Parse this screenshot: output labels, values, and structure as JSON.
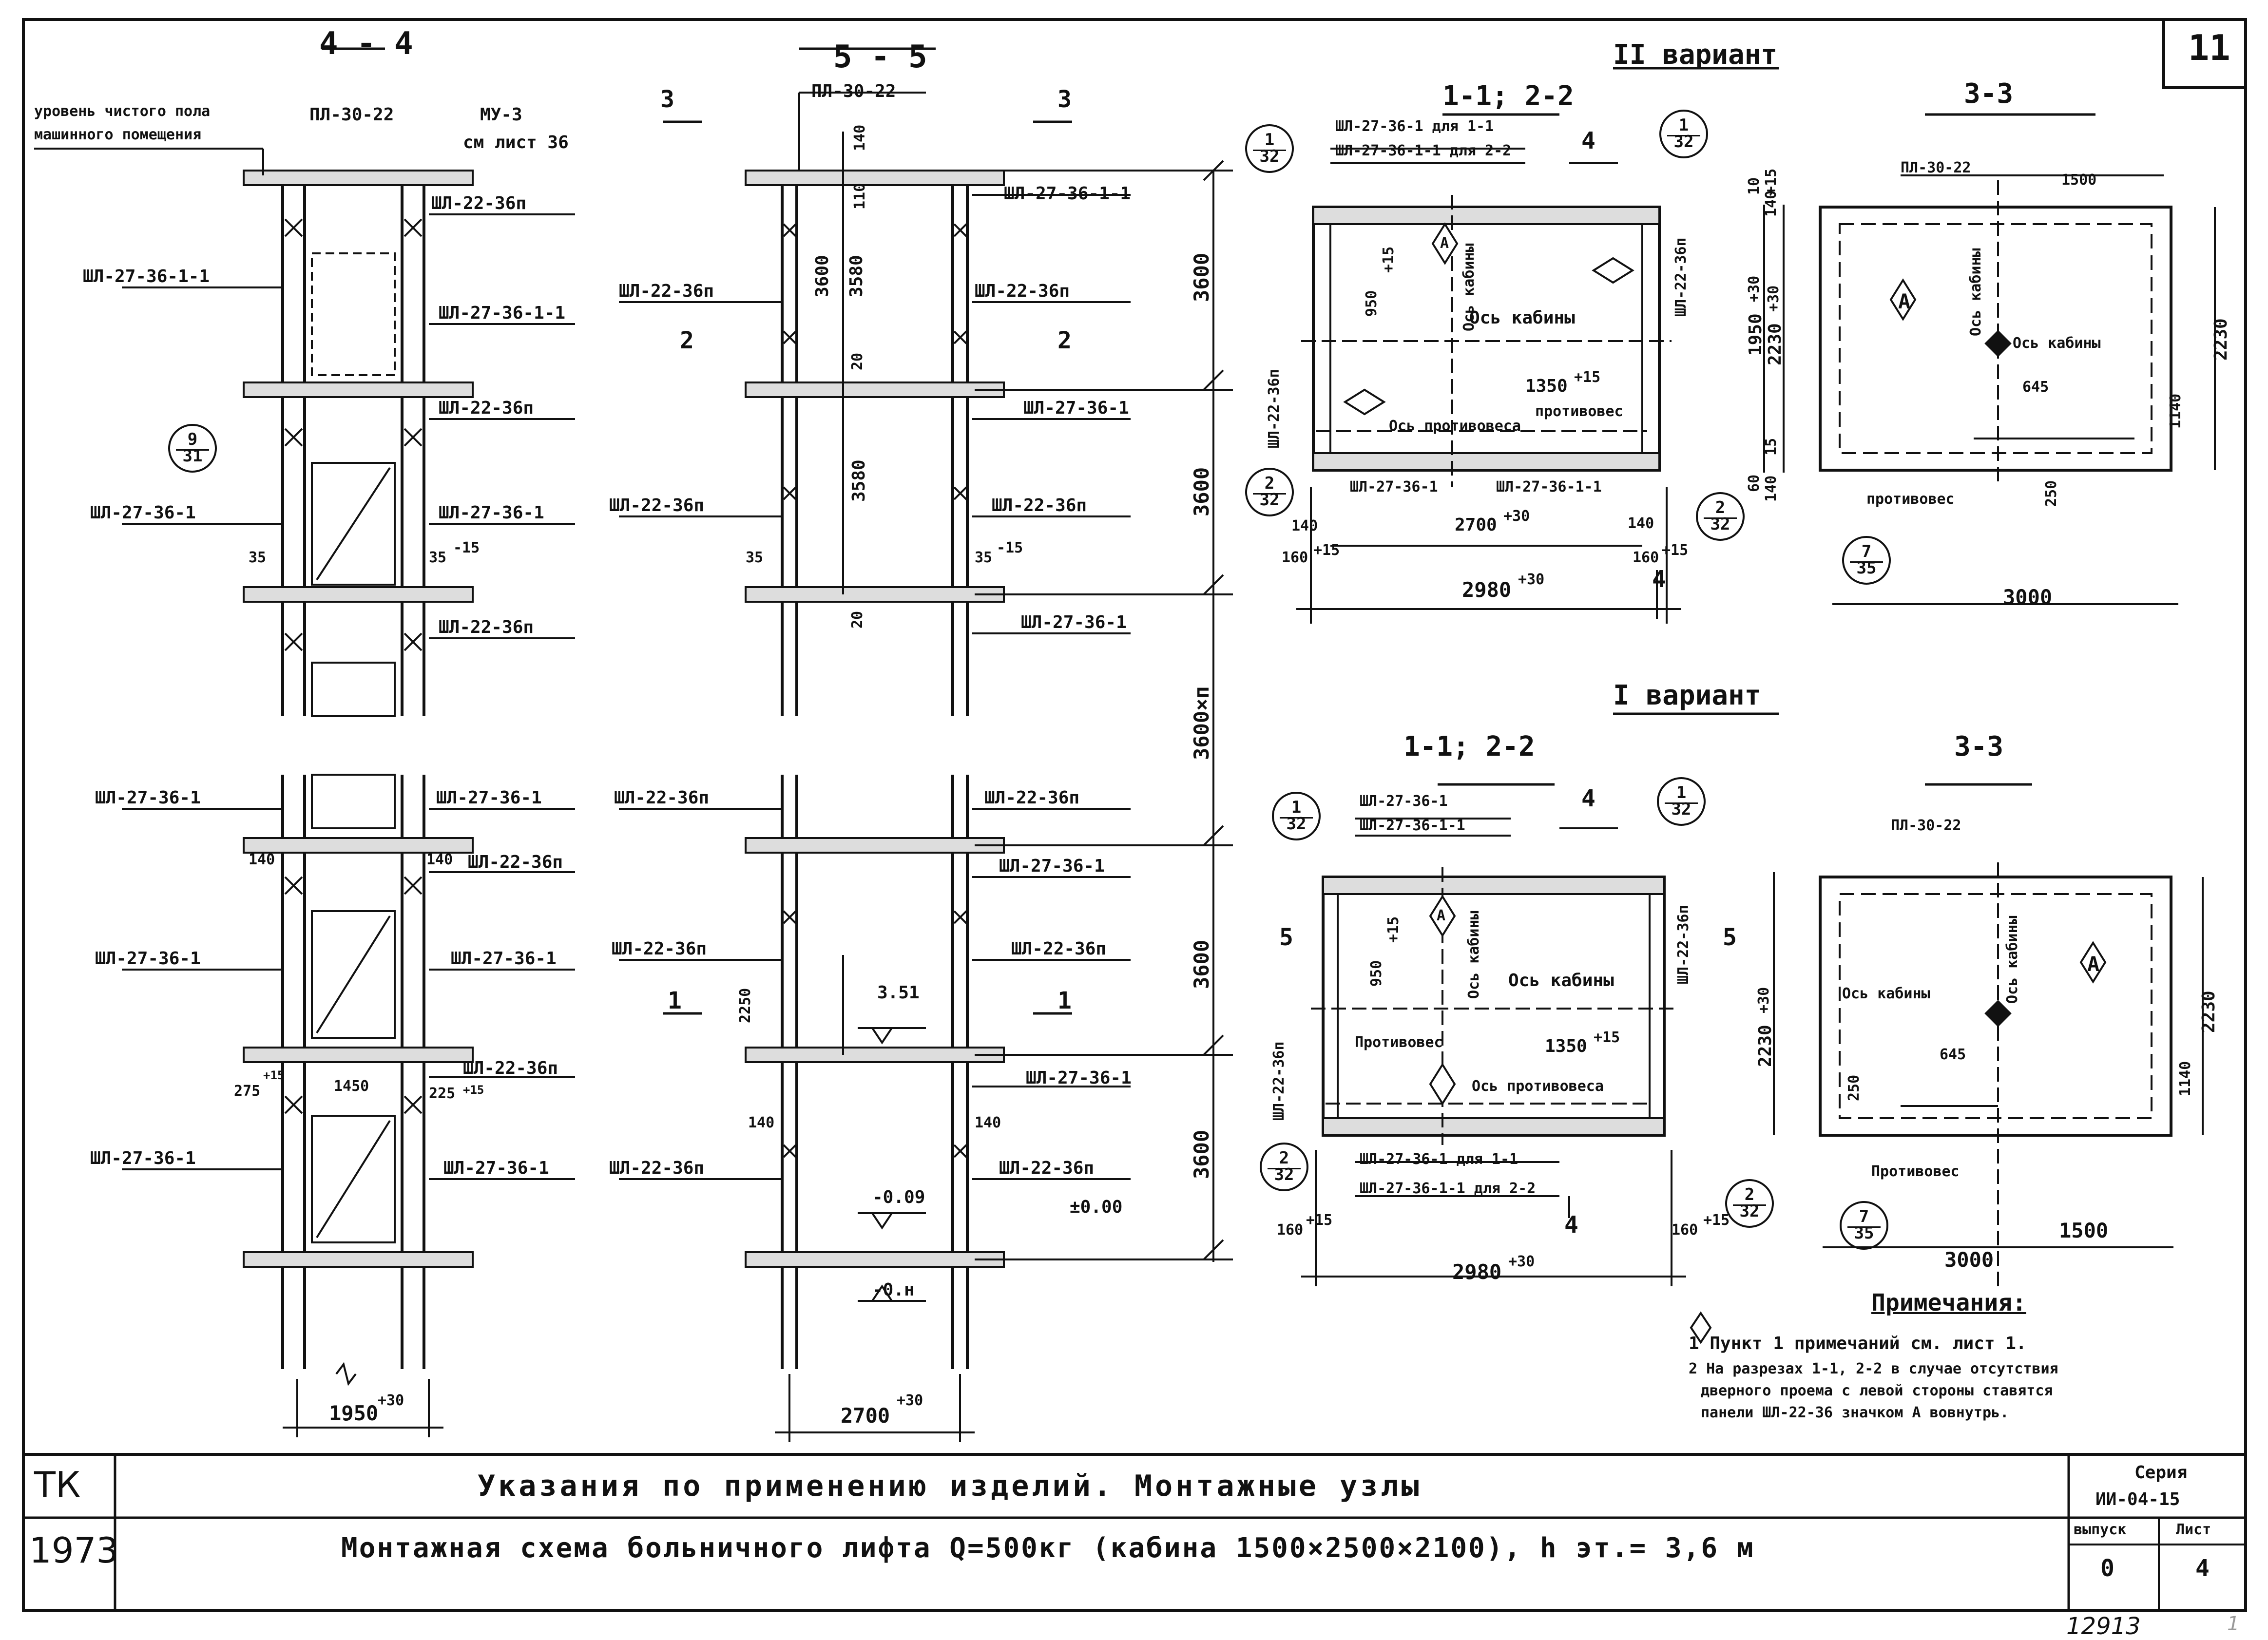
{
  "sheet_number": "11",
  "corner_mark": "1",
  "page_footer_num": "12913",
  "title_block": {
    "tk": "ТК",
    "year": "1973",
    "line1": "Указания по применению изделий. Монтажные узлы",
    "line2": "Монтажная схема больничного лифта Q=500кг (кабина 1500×2500×2100), h эт.= 3,6 м",
    "series_label": "Серия",
    "series_value": "ИИ-04-15",
    "issue_label": "выпуск",
    "issue_value": "0",
    "sheet_label": "Лист",
    "sheet_value": "4"
  },
  "section_4_4": {
    "title": "4 - 4",
    "floor_level": "уровень чистого пола машинного помещения",
    "labels": {
      "pl_top": "ПЛ-30-22",
      "mu3": "МУ-3",
      "see_sheet": "см лист 36",
      "r1": "ШЛ-22-36п",
      "l1": "ШЛ-27-36-1-1",
      "r2": "ШЛ-27-36-1-1",
      "r3": "ШЛ-22-36п",
      "l2": "ШЛ-27-36-1",
      "r4": "ШЛ-27-36-1",
      "r5": "ШЛ-22-36п",
      "l3": "ШЛ-27-36-1",
      "r6": "ШЛ-27-36-1",
      "r7": "ШЛ-22-36п",
      "l4": "ШЛ-27-36-1",
      "r8": "ШЛ-27-36-1",
      "r9": "ШЛ-22-36п",
      "l5": "ШЛ-27-36-1",
      "r10": "ШЛ-27-36-1"
    },
    "callout": {
      "num": "9",
      "den": "31"
    },
    "dims": {
      "d35a": "35",
      "d35b": "35",
      "d35c": "-15",
      "d140a": "140",
      "d140b": "140",
      "d275": "275",
      "d275s": "+15",
      "d1450": "1450",
      "d225": "225",
      "d225s": "+15",
      "d1950": "1950",
      "d1950s": "+30"
    }
  },
  "section_5_5": {
    "title": "5 - 5",
    "pl_top": "ПЛ-30-22",
    "cut3": "3",
    "cut2": "2",
    "cut1": "1",
    "labels": {
      "r1": "ШЛ-27-36-1-1",
      "l1": "ШЛ-22-36п",
      "r2": "ШЛ-22-36п",
      "r3": "ШЛ-27-36-1",
      "l2": "ШЛ-22-36п",
      "r4": "ШЛ-22-36п",
      "r5": "ШЛ-27-36-1",
      "l3": "ШЛ-22-36п",
      "r6": "ШЛ-22-36п",
      "r7": "ШЛ-27-36-1",
      "l4": "ШЛ-22-36п",
      "r8": "ШЛ-22-36п",
      "r9": "ШЛ-27-36-1",
      "l5": "ШЛ-22-36п",
      "r10": "ШЛ-22-36п"
    },
    "dims": {
      "v140": "140",
      "v110": "110",
      "v3600": "3600",
      "v3580a": "3580",
      "v20a": "20",
      "v3580b": "3580",
      "v20b": "20",
      "d35a": "35",
      "d35b": "35",
      "d35s": "-15",
      "v2250": "2250",
      "l351": "3.51",
      "v140b": "140",
      "v140c": "140",
      "l009": "-0.09",
      "l000": "±0.00",
      "lh": "-0.н",
      "d2700": "2700",
      "d2700s": "+30",
      "right1": "3600",
      "right2": "3600",
      "right3": "3600×п",
      "right4": "3600",
      "right5": "3600"
    }
  },
  "variant2": {
    "title": "II вариант",
    "sec11": "1-1; 2-2",
    "sec33": "3-3",
    "l_top1": "ШЛ-27-36-1 для 1-1",
    "l_top2": "ШЛ-27-36-1-1 для 2-2",
    "cut4": "4",
    "axis_cab": "Ось кабины",
    "axis_cw": "Ось противовеса",
    "cw": "противовес",
    "wall_left": "ШЛ-22-36п",
    "wall_right": "ШЛ-22-36п",
    "bot1": "ШЛ-27-36-1",
    "bot2": "ШЛ-27-36-1-1",
    "dims": {
      "d950": "950",
      "d950s": "+15",
      "d1350": "1350",
      "d1350s": "+15",
      "d2700": "2700",
      "d2700s": "+30",
      "d2980": "2980",
      "d2980s": "+30",
      "d140a": "140",
      "d140b": "140",
      "d160a": "160",
      "d160as": "+15",
      "d160b": "160",
      "d160bs": "+15",
      "d10": "10",
      "d10s": "+15",
      "d140v": "140",
      "d1950": "1950",
      "d1950s": "+30",
      "d2230": "2230",
      "d2230s": "+30",
      "d60": "60",
      "d15": "15",
      "d140w": "140"
    },
    "c1": {
      "num": "1",
      "den": "32"
    },
    "c2": {
      "num": "1",
      "den": "32"
    },
    "c3": {
      "num": "2",
      "den": "32"
    },
    "c4": {
      "num": "2",
      "den": "32"
    },
    "s33": {
      "pl": "ПЛ-30-22",
      "d1500": "1500",
      "axis": "Ось кабины",
      "ax2": "Ось кабины",
      "d645": "645",
      "d2230": "2230",
      "d1140": "1140",
      "d250": "250",
      "cw": "противовес",
      "d3000": "3000",
      "c": {
        "num": "7",
        "den": "35"
      },
      "a": "А"
    }
  },
  "variant1": {
    "title": "I вариант",
    "sec11": "1-1; 2-2",
    "sec33": "3-3",
    "l_top1": "ШЛ-27-36-1",
    "l_top2": "ШЛ-27-36-1-1",
    "cut4": "4",
    "cut5": "5",
    "axis_cab": "Ось кабины",
    "axis_cw": "Ось противовеса",
    "cw": "Противовес",
    "wall_left": "ШЛ-22-36п",
    "wall_right": "ШЛ-22-36п",
    "bot1": "ШЛ-27-36-1 для 1-1",
    "bot2": "ШЛ-27-36-1-1 для 2-2",
    "dims": {
      "d950": "950",
      "d950s": "+15",
      "d1350": "1350",
      "d1350s": "+15",
      "d2980": "2980",
      "d2980s": "+30",
      "d160a": "160",
      "d160as": "+15",
      "d160b": "160",
      "d160bs": "+15",
      "d2230": "2230",
      "d2230s": "+30"
    },
    "c1": {
      "num": "1",
      "den": "32"
    },
    "c2": {
      "num": "1",
      "den": "32"
    },
    "c3": {
      "num": "2",
      "den": "32"
    },
    "c4": {
      "num": "2",
      "den": "32"
    },
    "s33": {
      "pl": "ПЛ-30-22",
      "axis": "Ось кабины",
      "ax2": "Ось кабины",
      "d645": "645",
      "d2230": "2230",
      "d1140": "1140",
      "d250": "250",
      "cw": "Противовес",
      "d3000": "3000",
      "d1500": "1500",
      "c": {
        "num": "7",
        "den": "35"
      },
      "a": "А"
    }
  },
  "notes": {
    "title": "Примечания:",
    "n1": "1 Пункт 1 примечаний см. лист 1.",
    "n2a": "2 На разрезах 1-1, 2-2 в случае отсутствия",
    "n2b": "дверного проема с левой стороны ставятся",
    "n2c": "панели ШЛ-22-36 значком А вовнутрь."
  }
}
